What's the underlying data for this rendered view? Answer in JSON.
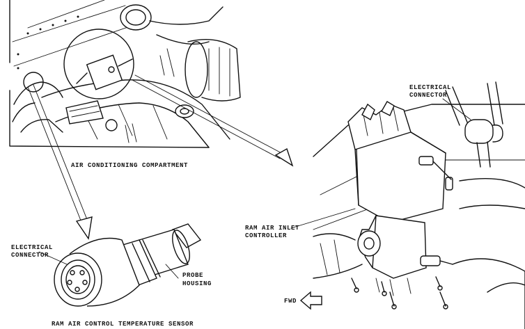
{
  "labels": {
    "electrical_connector_top": [
      "ELECTRICAL",
      "CONNECTOR"
    ],
    "air_conditioning_compartment": "AIR CONDITIONING COMPARTMENT",
    "ram_air_inlet_controller": [
      "RAM AIR INLET",
      "CONTROLLER"
    ],
    "electrical_connector_sensor": [
      "ELECTRICAL",
      "CONNECTOR"
    ],
    "probe_housing": [
      "PROBE",
      "HOUSING"
    ],
    "fwd": "FWD",
    "sensor_caption": "RAM AIR CONTROL TEMPERATURE SENSOR"
  }
}
